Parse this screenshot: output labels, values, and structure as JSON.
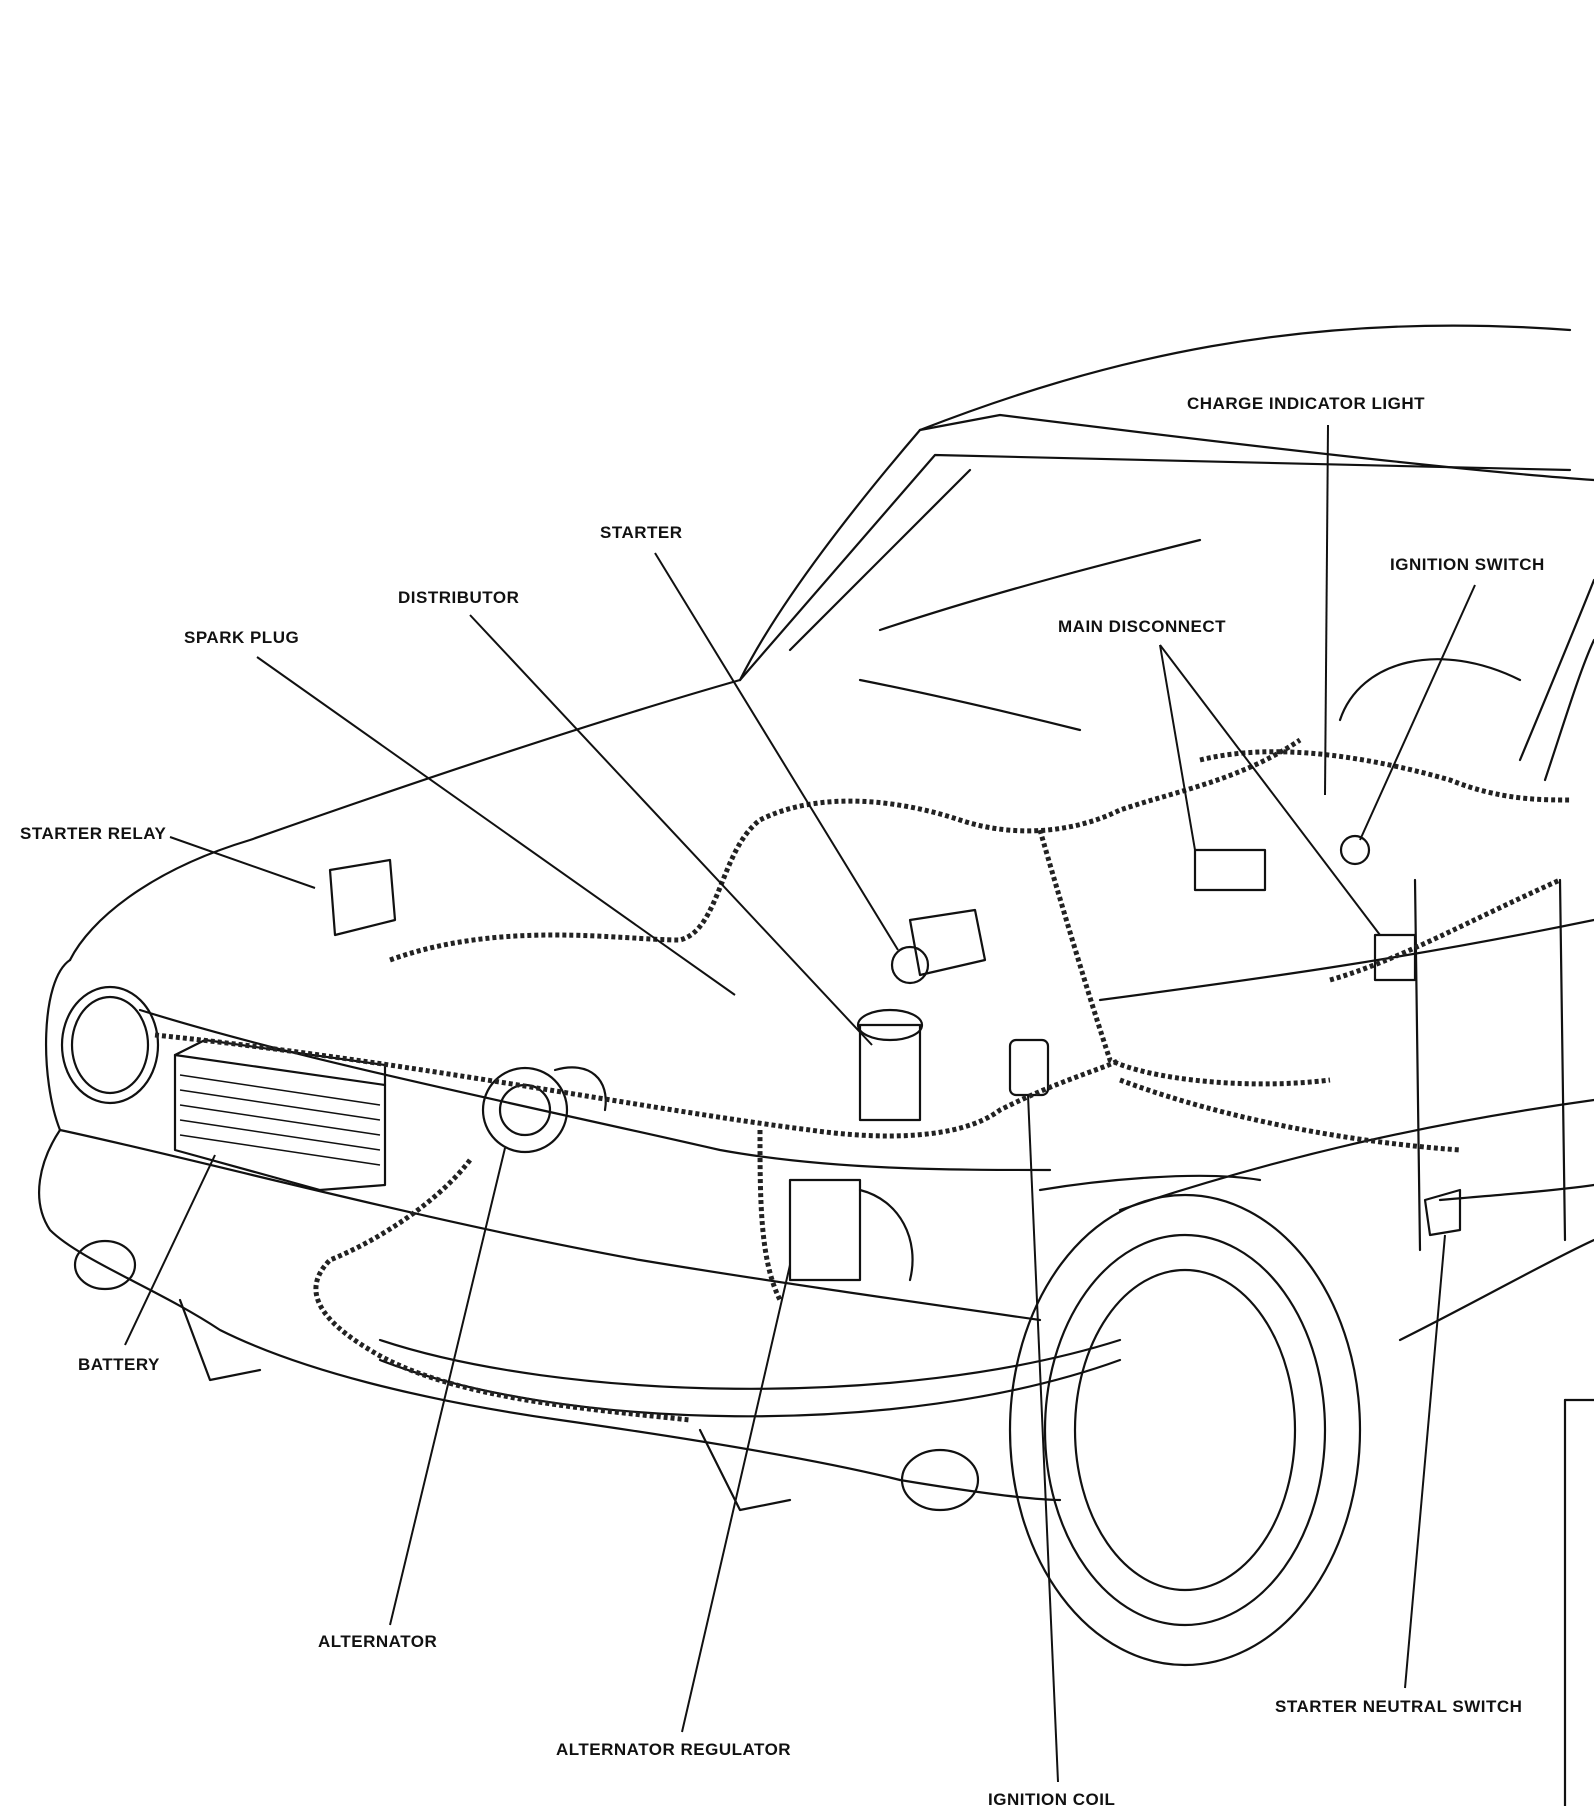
{
  "labels": {
    "charge_indicator_light": "CHARGE INDICATOR LIGHT",
    "starter": "STARTER",
    "ignition_switch": "IGNITION SWITCH",
    "distributor": "DISTRIBUTOR",
    "main_disconnect": "MAIN DISCONNECT",
    "spark_plug": "SPARK PLUG",
    "starter_relay": "STARTER RELAY",
    "battery": "BATTERY",
    "alternator": "ALTERNATOR",
    "alternator_regulator": "ALTERNATOR REGULATOR",
    "ignition_coil": "IGNITION COIL",
    "starter_neutral_switch": "STARTER NEUTRAL SWITCH"
  }
}
